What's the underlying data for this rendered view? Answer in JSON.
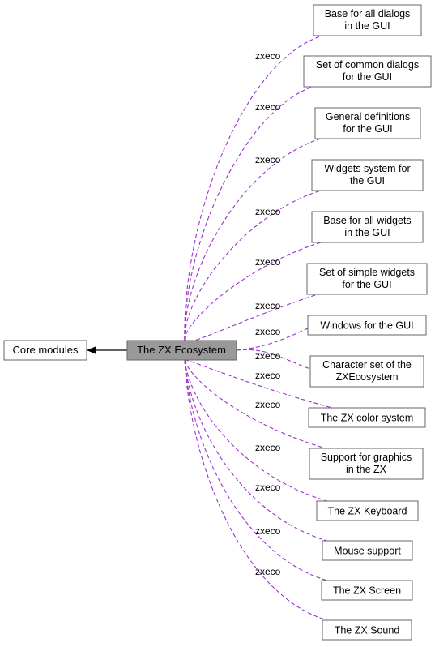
{
  "colors": {
    "edge_dashed": "#9a32cd",
    "edge_solid": "#000000",
    "node_border": "#666666",
    "center_fill": "#999999",
    "node_fill": "#ffffff"
  },
  "diagram": {
    "left_node": {
      "label": "Core modules"
    },
    "center_node": {
      "label": "The ZX Ecosystem"
    },
    "edge_label": "zxeco",
    "nodes": [
      {
        "id": "dialogs-base",
        "lines": [
          "Base for all dialogs",
          "in the GUI"
        ],
        "edge_label": "zxeco"
      },
      {
        "id": "common-dialogs",
        "lines": [
          "Set of common dialogs",
          "for the GUI"
        ],
        "edge_label": "zxeco"
      },
      {
        "id": "general-definitions",
        "lines": [
          "General definitions",
          "for the GUI"
        ],
        "edge_label": "zxeco"
      },
      {
        "id": "widgets-system",
        "lines": [
          "Widgets system for",
          "the GUI"
        ],
        "edge_label": "zxeco"
      },
      {
        "id": "widgets-base",
        "lines": [
          "Base for all widgets",
          "in the GUI"
        ],
        "edge_label": "zxeco"
      },
      {
        "id": "simple-widgets",
        "lines": [
          "Set of simple widgets",
          "for the GUI"
        ],
        "edge_label": "zxeco"
      },
      {
        "id": "windows",
        "lines": [
          "Windows for the GUI"
        ],
        "edge_label": "zxeco"
      },
      {
        "id": "character-set",
        "lines": [
          "Character set of the",
          "ZXEcosystem"
        ],
        "edge_label": "zxeco"
      },
      {
        "id": "color-system",
        "lines": [
          "The ZX color system"
        ],
        "edge_label": "zxeco"
      },
      {
        "id": "graphics",
        "lines": [
          "Support for graphics",
          "in the ZX"
        ],
        "edge_label": "zxeco"
      },
      {
        "id": "keyboard",
        "lines": [
          "The ZX Keyboard"
        ],
        "edge_label": "zxeco"
      },
      {
        "id": "mouse",
        "lines": [
          "Mouse support"
        ],
        "edge_label": "zxeco"
      },
      {
        "id": "screen",
        "lines": [
          "The ZX Screen"
        ],
        "edge_label": "zxeco"
      },
      {
        "id": "sound",
        "lines": [
          "The ZX Sound"
        ],
        "edge_label": "zxeco"
      }
    ]
  }
}
